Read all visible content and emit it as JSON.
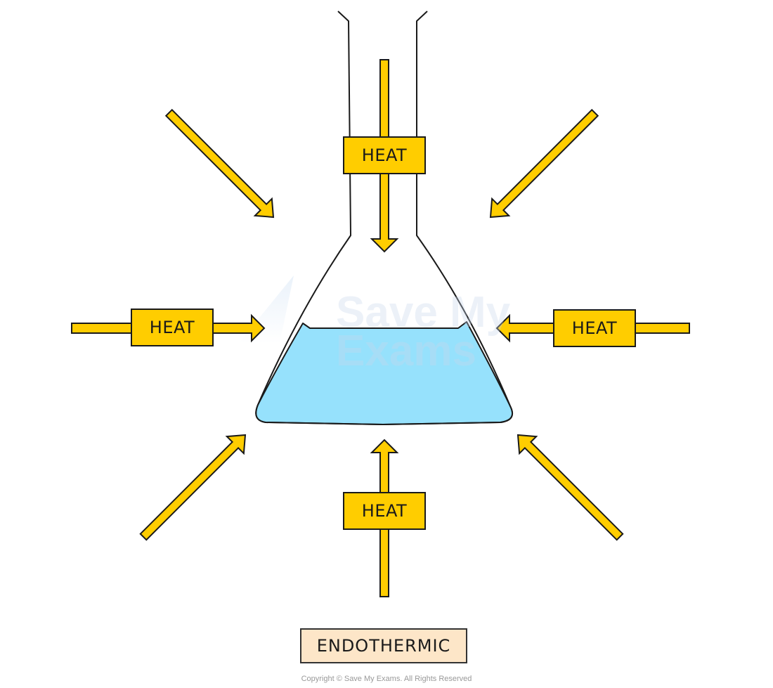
{
  "heat_label": "HEAT",
  "reaction_label": "ENDOTHERMIC",
  "copyright": "Copyright © Save My Exams. All Rights Reserved",
  "watermark": {
    "line1": "Save My",
    "line2": "Exams"
  },
  "colors": {
    "arrow_fill": "#ffcd00",
    "outline": "#1a1a1a",
    "liquid": "#96e1fc",
    "label_bg": "#fde6c8"
  },
  "icons": [
    "heat-arrow-icon",
    "conical-flask-icon"
  ]
}
